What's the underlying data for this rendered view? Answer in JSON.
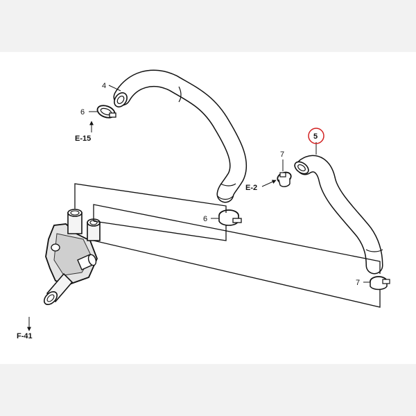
{
  "diagram": {
    "highlight_color": "#d22020",
    "line_color": "#111111",
    "part_labels": {
      "hose_upper": "4",
      "hose_highlight": "5",
      "clamp_left_upper": "6",
      "clamp_left_lower": "6",
      "clamp_right_upper": "7",
      "clamp_right_lower": "7"
    },
    "refs": {
      "e15": "E-15",
      "e2": "E-2",
      "f41": "F-41"
    }
  }
}
